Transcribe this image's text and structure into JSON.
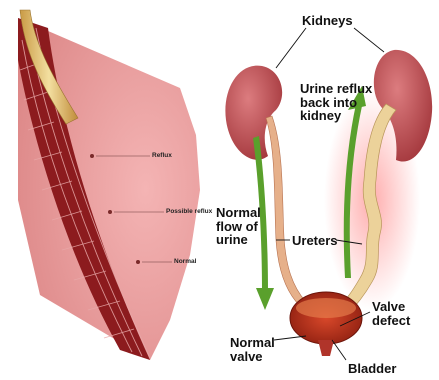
{
  "left_panel": {
    "labels": {
      "reflux": "Reflux",
      "possible_reflux": "Possible reflux",
      "normal": "Normal"
    }
  },
  "right_panel": {
    "labels": {
      "kidneys": "Kidneys",
      "urine_reflux": [
        "Urine reflux",
        "back into",
        "kidney"
      ],
      "normal_flow": [
        "Normal",
        "flow of",
        "urine"
      ],
      "ureters": "Ureters",
      "valve_defect": [
        "Valve",
        "defect"
      ],
      "normal_valve": [
        "Normal",
        "valve"
      ],
      "bladder": "Bladder"
    }
  },
  "colors": {
    "tissue": "#e89a9a",
    "muscle": "#9a1f22",
    "kidney": "#c2565a",
    "arrow": "#5aa02c",
    "tube": "#e8cc8a"
  }
}
